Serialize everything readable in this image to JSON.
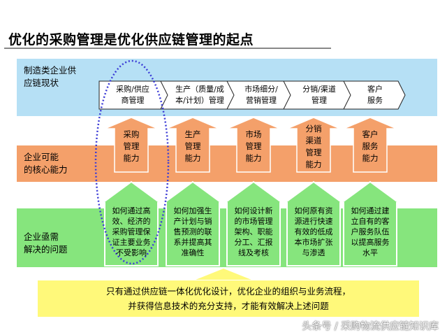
{
  "title": "优化的采购管理是优化供应链管理的起点",
  "bands": {
    "chain_label": [
      "制造类企业供",
      "应链现状"
    ],
    "capability_label": [
      "企业可能",
      "的核心能力"
    ],
    "problem_label": [
      "企业亟需",
      "解决的问题"
    ]
  },
  "chain": [
    [
      "采购/供应",
      "商管理"
    ],
    [
      "生产（质量/成",
      "本/计划）管理"
    ],
    [
      "市场细分/",
      "营销管理"
    ],
    [
      "分销/渠道",
      "管理"
    ],
    [
      "客户",
      "服务"
    ]
  ],
  "capabilities": [
    [
      "采购",
      "管理",
      "能力"
    ],
    [
      "生产",
      "管理",
      "能力"
    ],
    [
      "市场",
      "管理",
      "能力"
    ],
    [
      "分销",
      "渠道",
      "管理",
      "能力"
    ],
    [
      "客户",
      "服务",
      "能力"
    ]
  ],
  "problems": [
    [
      "如何通过高",
      "效、经济的",
      "采购管理保",
      "证主要业务",
      "不受影响"
    ],
    [
      "如何加强生",
      "产计划与销",
      "售预测的联",
      "系并提高其",
      "准确性"
    ],
    [
      "如何设计新",
      "的市场管理",
      "架构、职能",
      "分工、汇报",
      "线及考核"
    ],
    [
      "如何原有资",
      "源进行快速",
      "有效的低成",
      "本市场扩张",
      "与渗透"
    ],
    [
      "如何通过建",
      "立自有的客",
      "户服务队伍",
      "以提高服务",
      "水平"
    ]
  ],
  "conclusion": [
    "只有通过供应链一体化优化设计，优化企业的组织与业务流程，",
    "并获得信息技术的充分支持，才能有效解决上述问题"
  ],
  "watermark": "头条号 / 采购物流供应链知识库",
  "colors": {
    "chain_band": "#b6e0f5",
    "capability_band": "#f4a06a",
    "problem_band": "#86e57d",
    "capability_arrow": "#f4a06a",
    "problem_arrow": "#86e57d",
    "conclusion_box": "#fff97a",
    "highlight_ellipse": "#3b3bd6"
  }
}
